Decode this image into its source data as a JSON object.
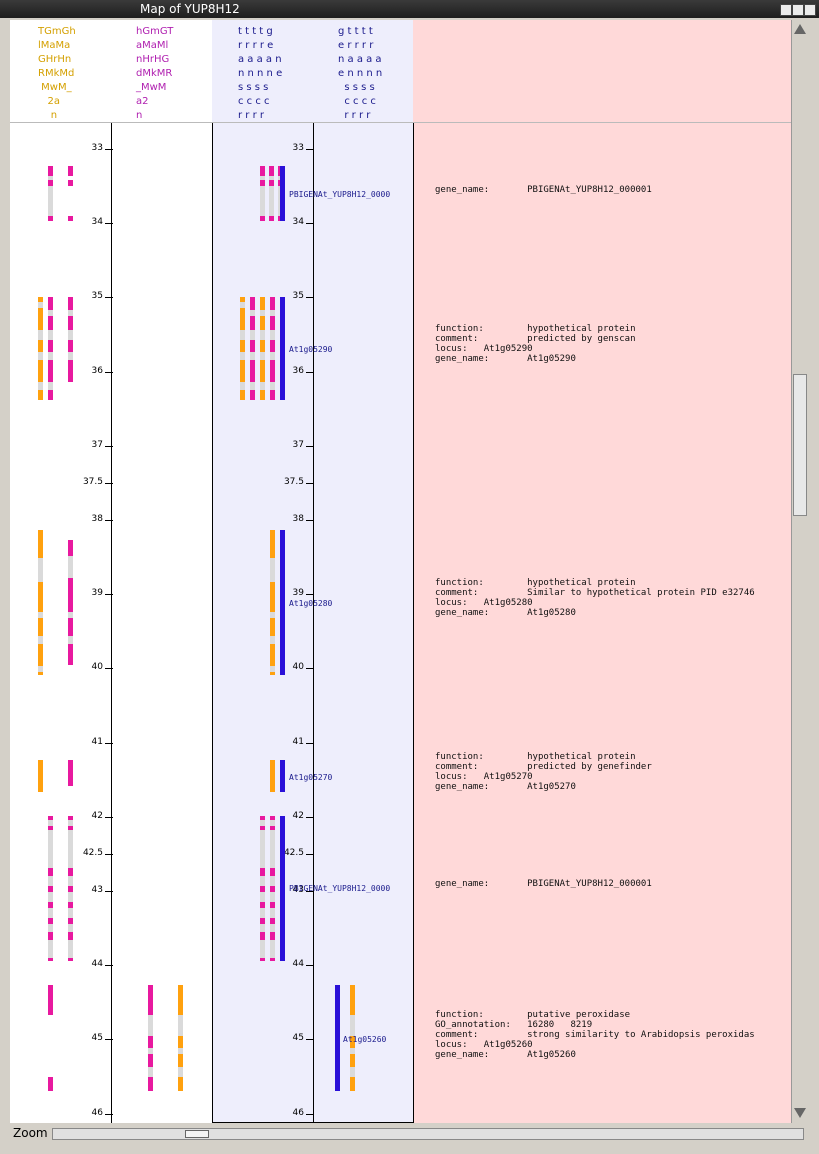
{
  "window": {
    "title": "Map of YUP8H12"
  },
  "colors": {
    "magenta": "#e8199f",
    "orange": "#ffa10f",
    "blue": "#2a10d8",
    "gray": "#dadada",
    "pink_bg": "#ffd9d9",
    "lavender_bg": "#eeeefc"
  },
  "header": {
    "left_cols": "TGmGh\nlMaMa\nGHrHn\nRMkMd\n MwM_\n   2a\n    n",
    "left_cols2": "hGmGT\naMaMl\nnHrHG\ndMkMR\n_MwM\na2\nn",
    "right_cols": "t t t t g\nr r r r e\na a a a n\nn n n n e\ns s s s\nc c c c\nr r r r",
    "right_cols2": "g t t t t\ne r r r r\nn a a a a\ne n n n n\n  s s s s\n  c c c c\n  r r r r"
  },
  "ruler": {
    "ticks": [
      "33",
      "34",
      "35",
      "36",
      "37",
      "37.5",
      "38",
      "39",
      "40",
      "41",
      "42",
      "42.5",
      "43",
      "44",
      "45",
      "46"
    ]
  },
  "genes": [
    {
      "label": "PBIGENAt_YUP8H12_0000"
    },
    {
      "label": "At1g05290"
    },
    {
      "label": "At1g05280"
    },
    {
      "label": "At1g05270"
    },
    {
      "label": "PBIGENAt_YUP8H12_0000"
    },
    {
      "label": "At1g05260"
    }
  ],
  "annotations": [
    {
      "text": "gene_name:       PBIGENAt_YUP8H12_000001"
    },
    {
      "text": "function:        hypothetical protein\ncomment:         predicted by genscan\nlocus:   At1g05290\ngene_name:       At1g05290"
    },
    {
      "text": "function:        hypothetical protein\ncomment:         Similar to hypothetical protein PID e32746\nlocus:   At1g05280\ngene_name:       At1g05280"
    },
    {
      "text": "function:        hypothetical protein\ncomment:         predicted by genefinder\nlocus:   At1g05270\ngene_name:       At1g05270"
    },
    {
      "text": "gene_name:       PBIGENAt_YUP8H12_000001"
    },
    {
      "text": "function:        putative peroxidase\nGO_annotation:   16280   8219\ncomment:         strong similarity to Arabidopsis peroxidas\nlocus:   At1g05260\ngene_name:       At1g05260"
    }
  ],
  "statusbar": {
    "zoom_label": "Zoom"
  }
}
